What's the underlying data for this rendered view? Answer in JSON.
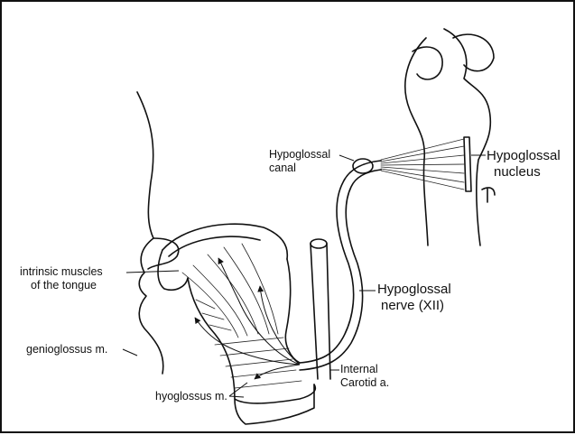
{
  "labels": {
    "hypoglossal_canal": [
      "Hypoglossal",
      "canal"
    ],
    "hypoglossal_nucleus": [
      "Hypoglossal",
      "nucleus"
    ],
    "intrinsic_muscles": [
      "intrinsic muscles",
      "of the tongue"
    ],
    "hypoglossal_nerve": [
      "Hypoglossal",
      "nerve (XII)"
    ],
    "genioglossus": "genioglossus m.",
    "internal_carotid": [
      "Internal",
      "Carotid a."
    ],
    "hyoglossus": "hyoglossus m."
  }
}
